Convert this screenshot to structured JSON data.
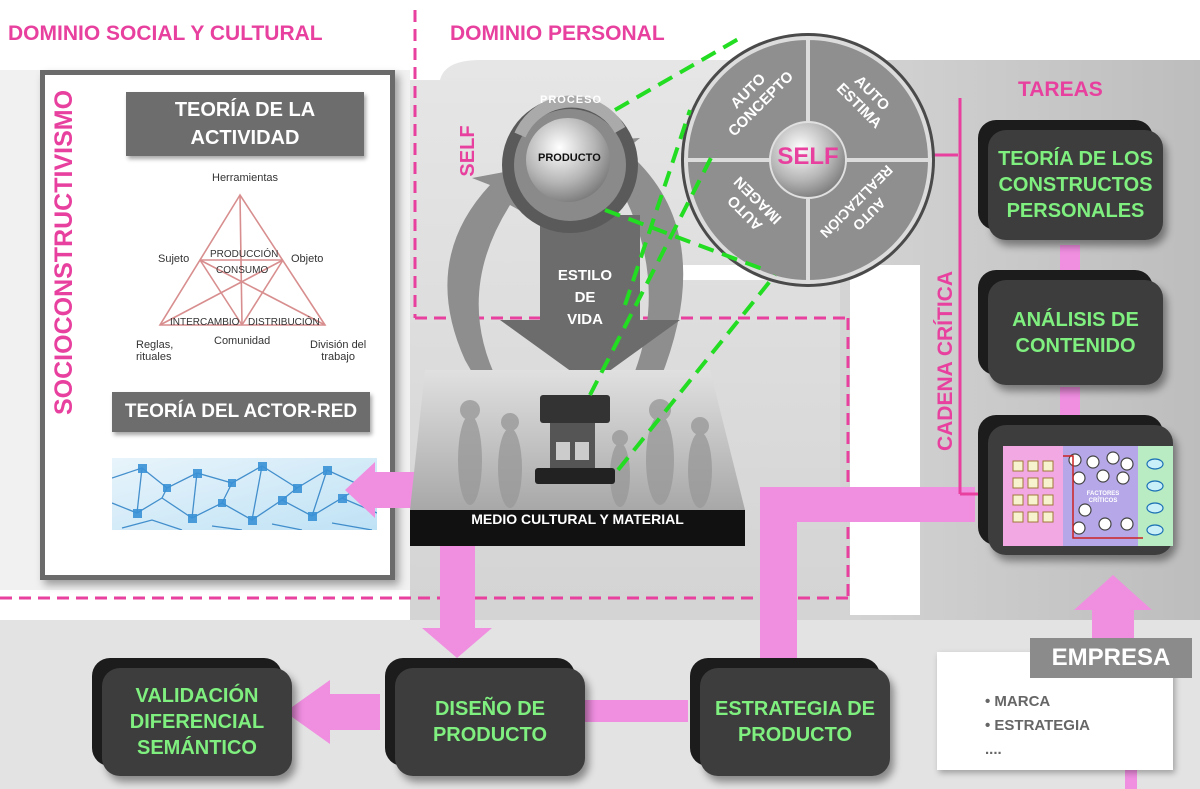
{
  "domains": {
    "social": "DOMINIO SOCIAL Y CULTURAL",
    "personal": "DOMINIO PERSONAL"
  },
  "left_panel": {
    "vertical_title": "SOCIOCONSTRUCTIVISMO",
    "activity_title": "TEORÍA DE LA\nACTIVIDAD",
    "triangle": {
      "top": "Herramientas",
      "left": "Sujeto",
      "right": "Objeto",
      "center_top": "PRODUCCIÓN",
      "center_mid": "CONSUMO",
      "bottom_left": "INTERCAMBIO",
      "bottom_right": "DISTRIBUCIÓN",
      "bottom_center": "Comunidad",
      "corner_left": "Reglas,\nrituales",
      "corner_right": "División del\ntrabajo"
    },
    "actor_title": "TEORÍA DEL ACTOR-RED"
  },
  "center": {
    "self_vertical": "SELF",
    "proceso": "PROCESO",
    "producto": "PRODUCTO",
    "estilo": "ESTILO\nDE\nVIDA",
    "medio": "MEDIO CULTURAL Y MATERIAL"
  },
  "self_wheel": {
    "center": "SELF",
    "q1": "AUTO\nCONCEPTO",
    "q2": "AUTO\nESTIMA",
    "q3": "AUTO\nIMAGEN",
    "q4": "AUTO\nREALIZACIÓN"
  },
  "right_panel": {
    "tareas": "TAREAS",
    "cadena": "CADENA CRÍTICA",
    "box1": "TEORÍA DE LOS\nCONSTRUCTOS\nPERSONALES",
    "box2": "ANÁLISIS DE\nCONTENIDO",
    "factores": "FACTORES\nCRÍTICOS"
  },
  "bottom": {
    "validacion": "VALIDACIÓN\nDIFERENCIAL\nSEMÁNTICO",
    "diseno": "DISEÑO DE\nPRODUCTO",
    "estrategia": "ESTRATEGIA DE\nPRODUCTO"
  },
  "empresa": {
    "title": "EMPRESA",
    "items": [
      "• MARCA",
      "• ESTRATEGIA",
      "...."
    ]
  },
  "colors": {
    "pink": "#e8409e",
    "arrow_pink": "#f08ee0",
    "green_text": "#7ff07f",
    "dash_green": "#22dd22"
  }
}
